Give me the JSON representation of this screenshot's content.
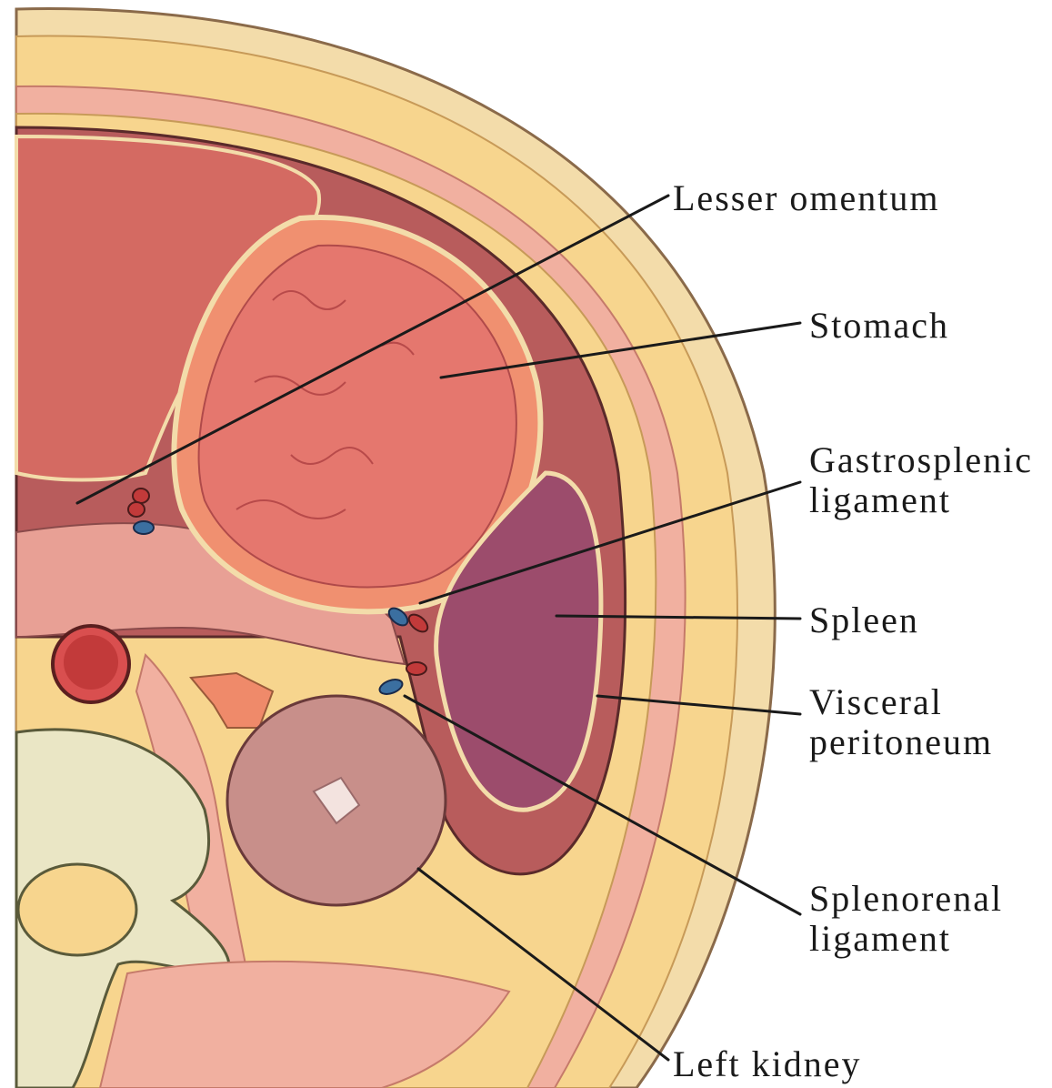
{
  "labels": {
    "lesser_omentum": "Lesser omentum",
    "stomach": "Stomach",
    "gastrosplenic_1": "Gastrosplenic",
    "gastrosplenic_2": "ligament",
    "spleen": "Spleen",
    "visceral_1": "Visceral",
    "visceral_2": "peritoneum",
    "splenorenal_1": "Splenorenal",
    "splenorenal_2": "ligament",
    "left_kidney": "Left kidney"
  },
  "colors": {
    "skin": "#f3dcaa",
    "fat": "#f7d58e",
    "muscle": "#f1b0a0",
    "cavity": "#b85c5c",
    "liver": "#d46a62",
    "stomach": "#e5776e",
    "spleen": "#9c4c6c",
    "kidney": "#c88f8a",
    "bone": "#eae6c5",
    "artery": "#c23a3a",
    "vein": "#3b6fa0"
  }
}
